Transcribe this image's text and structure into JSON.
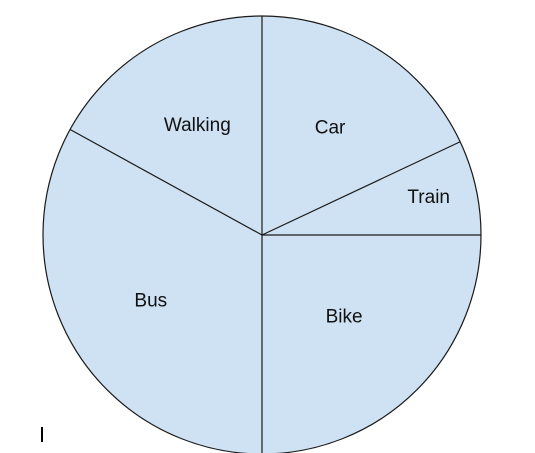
{
  "chart_data": {
    "type": "pie",
    "title": "",
    "slices": [
      {
        "label": "Car",
        "value": 18
      },
      {
        "label": "Train",
        "value": 7
      },
      {
        "label": "Bike",
        "value": 25
      },
      {
        "label": "Bus",
        "value": 33
      },
      {
        "label": "Walking",
        "value": 17
      }
    ],
    "start_angle_deg": 0,
    "direction": "clockwise",
    "slice_color": "#cfe2f3",
    "line_color": "#1a1a1a",
    "legend": "none",
    "labels_inside": true
  }
}
